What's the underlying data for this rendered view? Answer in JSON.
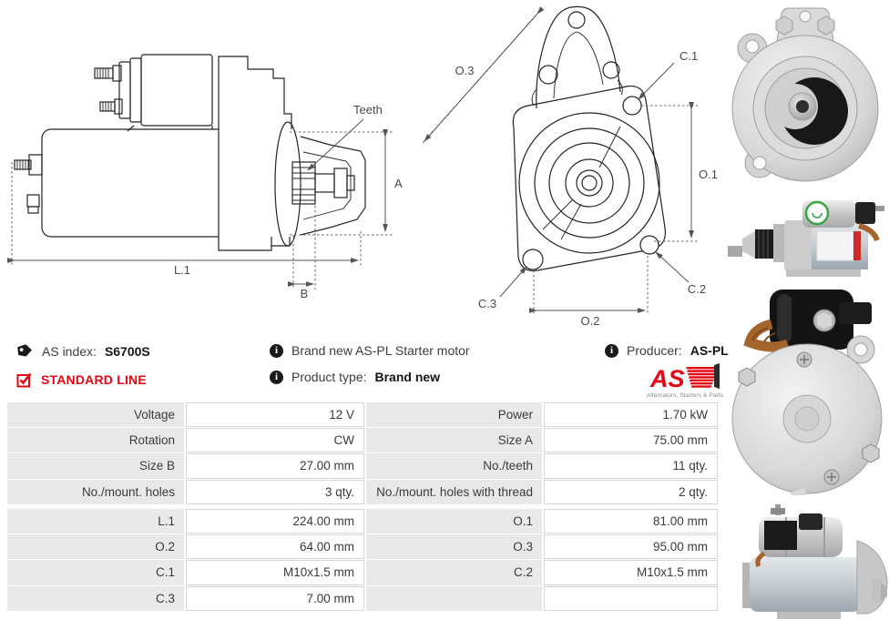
{
  "info": {
    "as_index_label": "AS index:",
    "as_index_value": "S6700S",
    "standard_line": "STANDARD LINE",
    "brand_new_text": "Brand new AS-PL Starter motor",
    "product_type_label": "Product type:",
    "product_type_value": "Brand new",
    "producer_label": "Producer:",
    "producer_value": "AS-PL",
    "logo_text": "AS",
    "logo_tagline": "Alternators, Starters & Parts",
    "accent_red": "#e30613"
  },
  "icons": {
    "tag_icon": "tag-icon",
    "checkbox_icon": "checked-checkbox-icon",
    "info_icon": "info-icon",
    "info_glyph": "i"
  },
  "drawings": {
    "side_view": {
      "labels": {
        "teeth": "Teeth",
        "a": "A",
        "l1": "L.1",
        "b": "B"
      }
    },
    "front_view": {
      "labels": {
        "o3": "O.3",
        "c1": "C.1",
        "o1": "O.1",
        "c2": "C.2",
        "c3": "C.3",
        "o2": "O.2"
      }
    }
  },
  "specs": {
    "rows": [
      {
        "label_left": "Voltage",
        "value_left": "12 V",
        "label_right": "Power",
        "value_right": "1.70 kW"
      },
      {
        "label_left": "Rotation",
        "value_left": "CW",
        "label_right": "Size A",
        "value_right": "75.00 mm"
      },
      {
        "label_left": "Size B",
        "value_left": "27.00 mm",
        "label_right": "No./teeth",
        "value_right": "11 qty."
      },
      {
        "label_left": "No./mount. holes",
        "value_left": "3 qty.",
        "label_right": "No./mount. holes with thread",
        "value_right": "2 qty."
      },
      {
        "label_left": "L.1",
        "value_left": "224.00 mm",
        "label_right": "O.1",
        "value_right": "81.00 mm"
      },
      {
        "label_left": "O.2",
        "value_left": "64.00 mm",
        "label_right": "O.3",
        "value_right": "95.00 mm"
      },
      {
        "label_left": "C.1",
        "value_left": "M10x1.5 mm",
        "label_right": "C.2",
        "value_right": "M10x1.5 mm"
      },
      {
        "label_left": "C.3",
        "value_left": "7.00 mm",
        "label_right": "",
        "value_right": ""
      }
    ]
  }
}
